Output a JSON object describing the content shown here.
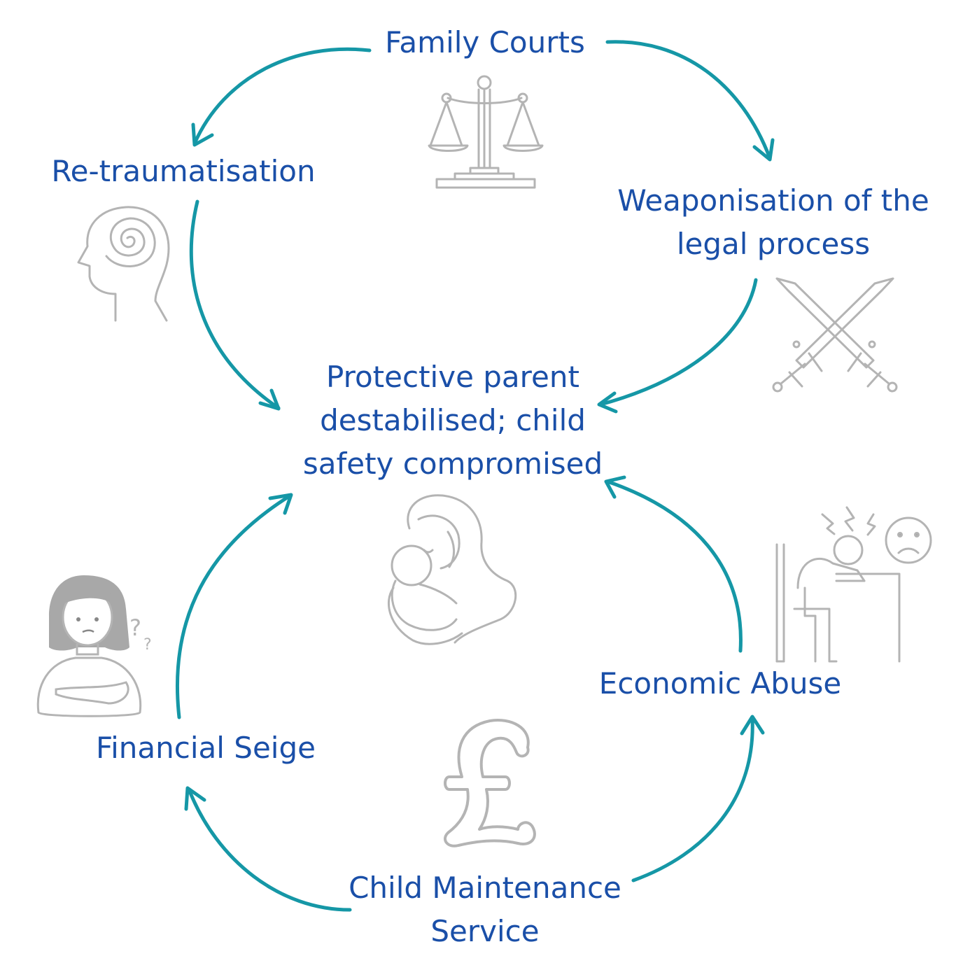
{
  "colors": {
    "label_text": "#1a4fa8",
    "arrow": "#1597a6",
    "icon_stroke": "#b4b4b4"
  },
  "nodes": {
    "family_courts": {
      "label": "Family Courts",
      "icon": "scales-of-justice-icon"
    },
    "retraumatisation": {
      "label": "Re-traumatisation",
      "icon": "head-spiral-icon"
    },
    "weaponisation": {
      "line1": "Weaponisation of the",
      "line2": "legal process",
      "icon": "crossed-swords-icon"
    },
    "center": {
      "line1": "Protective parent",
      "line2": "destabilised; child",
      "line3": "safety compromised",
      "icon": "mother-and-baby-icon"
    },
    "financial_seige": {
      "label": "Financial Seige",
      "icon": "confused-woman-icon"
    },
    "economic_abuse": {
      "label": "Economic Abuse",
      "icon": "stressed-person-at-desk-icon"
    },
    "child_maintenance": {
      "line1": "Child Maintenance",
      "line2": "Service",
      "icon": "pound-sign-icon"
    }
  },
  "edges": [
    {
      "from": "Family Courts",
      "to": "Re-traumatisation"
    },
    {
      "from": "Family Courts",
      "to": "Weaponisation of the legal process"
    },
    {
      "from": "Re-traumatisation",
      "to": "Protective parent destabilised; child safety compromised"
    },
    {
      "from": "Weaponisation of the legal process",
      "to": "Protective parent destabilised; child safety compromised"
    },
    {
      "from": "Financial Seige",
      "to": "Protective parent destabilised; child safety compromised"
    },
    {
      "from": "Economic Abuse",
      "to": "Protective parent destabilised; child safety compromised"
    },
    {
      "from": "Child Maintenance Service",
      "to": "Financial Seige"
    },
    {
      "from": "Child Maintenance Service",
      "to": "Economic Abuse"
    }
  ]
}
